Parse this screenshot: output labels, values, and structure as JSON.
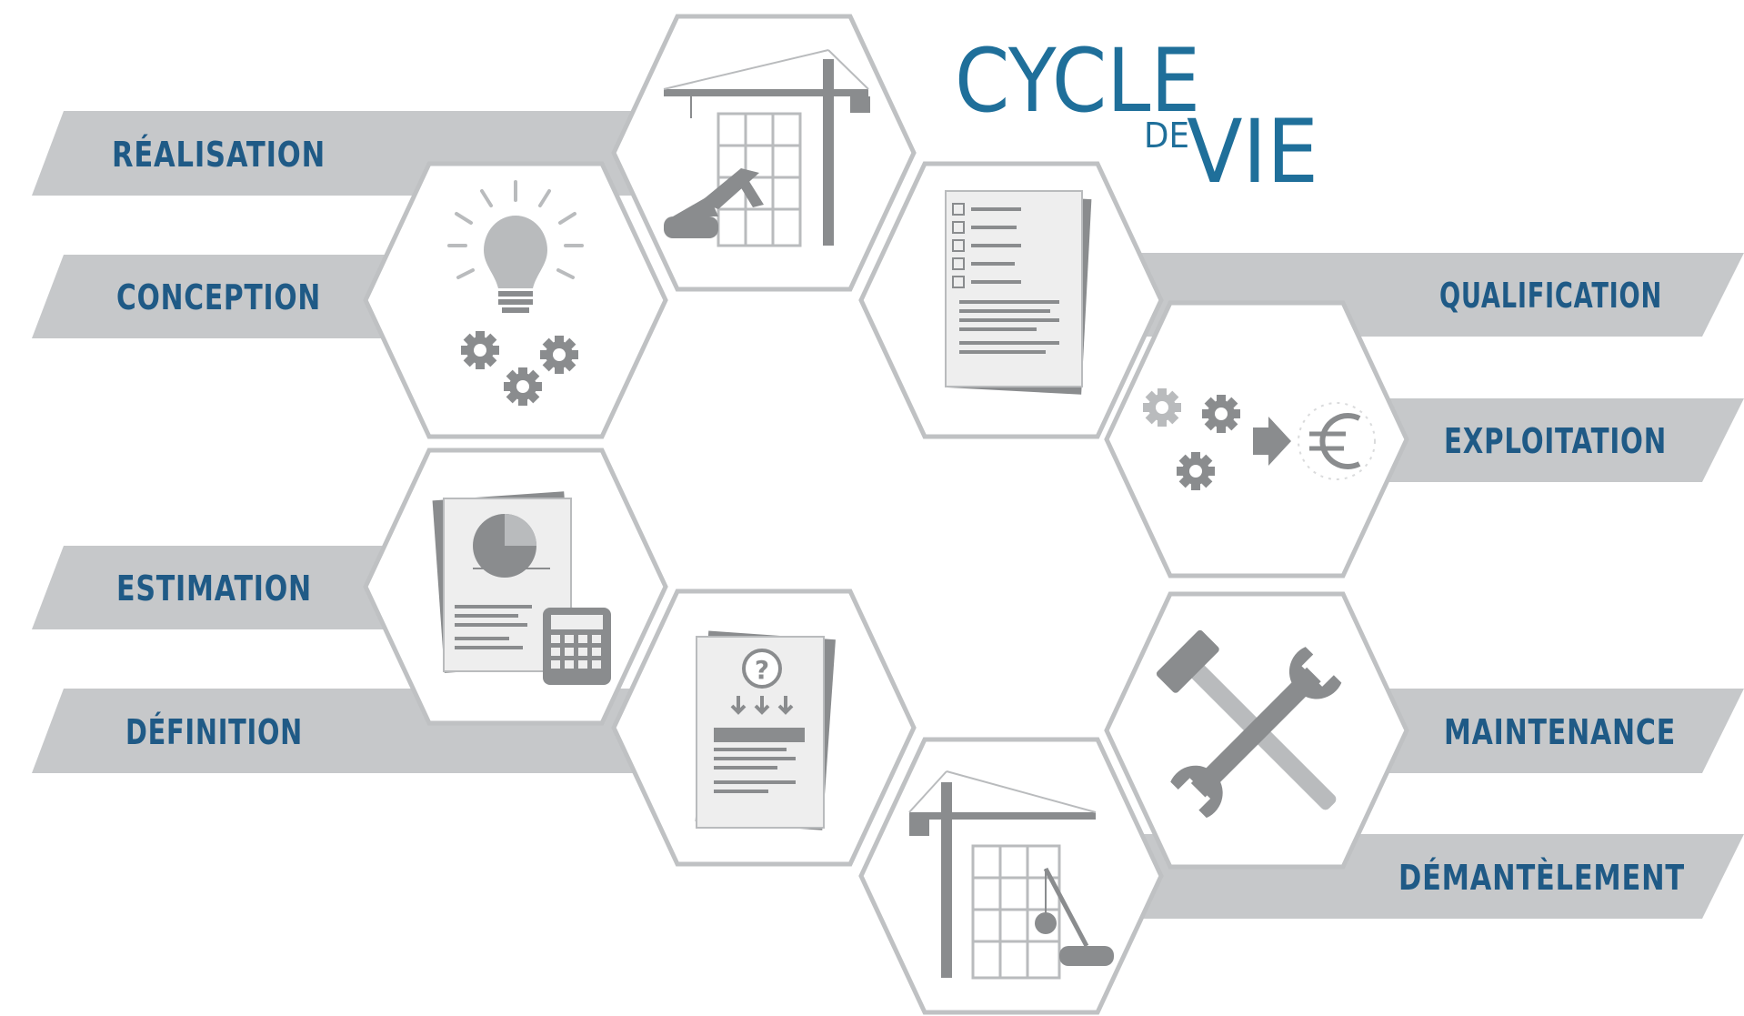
{
  "title": {
    "line1": "CYCLE",
    "line2_small": "DE",
    "line2_large": "VIE"
  },
  "colors": {
    "label_text": "#1f5a86",
    "title": "#1f6f9a",
    "band": "#c6c8ca",
    "hex_border": "#bfc1c3",
    "icon_dark": "#8a8c8e",
    "icon_light": "#b9bbbd"
  },
  "stages_left": [
    "RÉALISATION",
    "CONCEPTION",
    "ESTIMATION",
    "DÉFINITION"
  ],
  "stages_right": [
    "QUALIFICATION",
    "EXPLOITATION",
    "MAINTENANCE",
    "DÉMANTÈLEMENT"
  ],
  "icons": [
    "crane-construction-icon",
    "lightbulb-gears-icon",
    "checklist-document-icon",
    "gears-to-euro-icon",
    "chart-calculator-icon",
    "question-document-icon",
    "crane-wrecking-ball-icon",
    "hammer-wrench-icon"
  ]
}
